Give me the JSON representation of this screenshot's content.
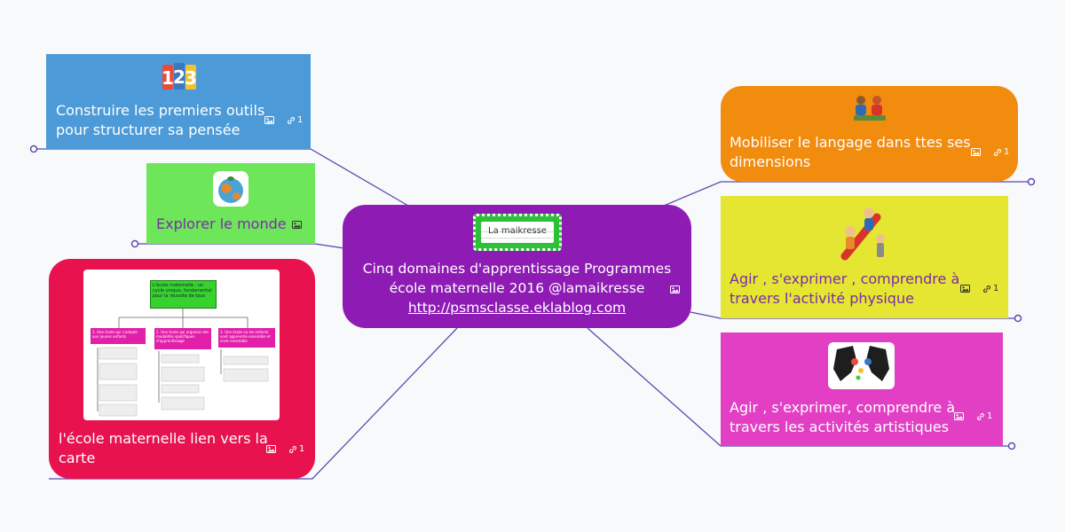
{
  "colors": {
    "center": "#8e1cb4",
    "construire": "#4c9bd8",
    "explorer": "#6ee65a",
    "ecole": "#e8124e",
    "mobiliser": "#f28c0f",
    "agir_physique": "#e5e632",
    "agir_artistiques": "#e23fc4",
    "connector": "#5a49b0"
  },
  "center": {
    "image_label": "La maikresse",
    "line1": "Cinq domaines d'apprentissage Programmes",
    "line2": "école maternelle 2016 @lamaikresse",
    "link": "http://psmsclasse.eklablog.com"
  },
  "topics": {
    "construire": {
      "line1": "Construire les premiers outils",
      "line2": "pour structurer sa pensée",
      "link_count": "1"
    },
    "explorer": {
      "label": "Explorer le monde"
    },
    "ecole": {
      "line1": "l'école maternelle lien vers la",
      "line2": "carte",
      "link_count": "1",
      "thumb_title": "L'école maternelle : un cycle unique, fondamental pour la réussite de tous",
      "thumb_col1": "1. Une école qui s'adapte aux jeunes enfants",
      "thumb_col2": "2. Une école qui organise des modalités spécifiques d'apprentissage",
      "thumb_col3": "3. Une école où les enfants vont apprendre ensemble et vivre ensemble"
    },
    "mobiliser": {
      "line1": "Mobiliser le langage dans ttes ses",
      "line2": "dimensions",
      "link_count": "1"
    },
    "agir_physique": {
      "line1": "Agir , s'exprimer , comprendre à",
      "line2": "travers l'activité physique",
      "link_count": "1"
    },
    "agir_artistiques": {
      "line1": "Agir , s'exprimer, comprendre à",
      "line2": "travers les activités artistiques",
      "link_count": "1"
    }
  }
}
